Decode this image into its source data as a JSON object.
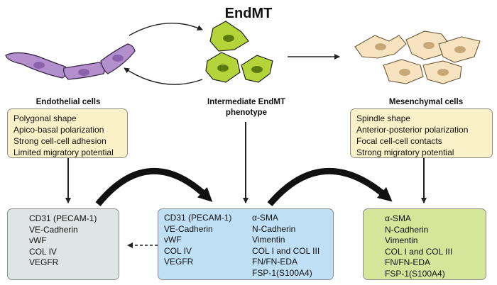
{
  "title": "EndMT",
  "stages": {
    "endothelial": {
      "label": "Endothelial cells"
    },
    "intermediate": {
      "label_line1": "Intermediate EndMT",
      "label_line2": "phenotype"
    },
    "mesenchymal": {
      "label": "Mesenchymal cells"
    }
  },
  "endothelial_features": [
    "Polygonal shape",
    "Apico-basal polarization",
    "Strong cell-cell adhesion",
    "Limited migratory potential"
  ],
  "mesenchymal_features": [
    "Spindle shape",
    "Anterior-posterior polarization",
    "Focal cell-cell contacts",
    "Strong migratory potential"
  ],
  "endothelial_markers": [
    "CD31 (PECAM-1)",
    "VE-Cadherin",
    "vWF",
    "COL IV",
    "VEGFR"
  ],
  "intermediate_markers_left": [
    "CD31 (PECAM-1)",
    "VE-Cadherin",
    "vWF",
    "COL IV",
    "VEGFR"
  ],
  "intermediate_markers_right": [
    "α-SMA",
    "N-Cadherin",
    "Vimentin",
    "COL I and COL III",
    "FN/FN-EDA",
    "FSP-1(S100A4)"
  ],
  "mesenchymal_markers": [
    "α-SMA",
    "N-Cadherin",
    "Vimentin",
    "COL I and COL III",
    "FN/FN-EDA",
    "FSP-1(S100A4)"
  ],
  "colors": {
    "feature_box": "#fbf1c9",
    "endothelial_marker_box": "#dfe5e4",
    "intermediate_marker_box": "#bfe0f4",
    "mesenchymal_marker_box": "#d5e59a",
    "trend_arrow": "#c8102e",
    "endothelial_cell": "#b48fce",
    "intermediate_cell": "#b5d43a",
    "mesenchymal_cell": "#f7e3c0"
  },
  "icons": {
    "endothelial_trend": "down-arrow-icon",
    "mesenchymal_trend": "up-arrow-icon"
  }
}
